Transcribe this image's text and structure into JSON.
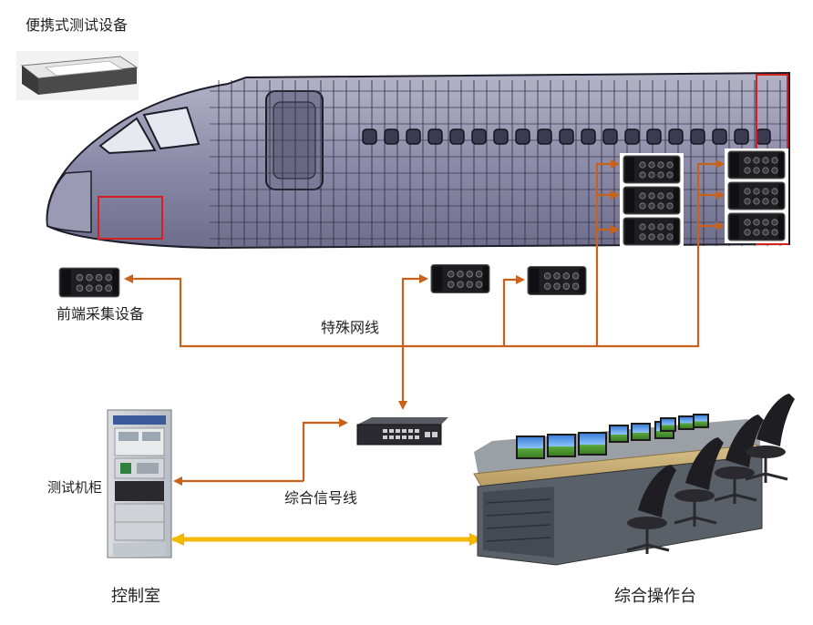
{
  "labels": {
    "portable_device": "便携式测试设备",
    "frontend_device": "前端采集设备",
    "special_network_cable": "特殊网线",
    "test_cabinet": "测试机柜",
    "integrated_signal_cable": "综合信号线",
    "control_room": "控制室",
    "console": "综合操作台"
  },
  "colors": {
    "arrow_orange": "#c8621a",
    "link_yellow": "#f5b800",
    "highlight_red": "#d42020",
    "fuselage_fill": "#8a8aa8",
    "fuselage_line": "#2a2a3a"
  }
}
